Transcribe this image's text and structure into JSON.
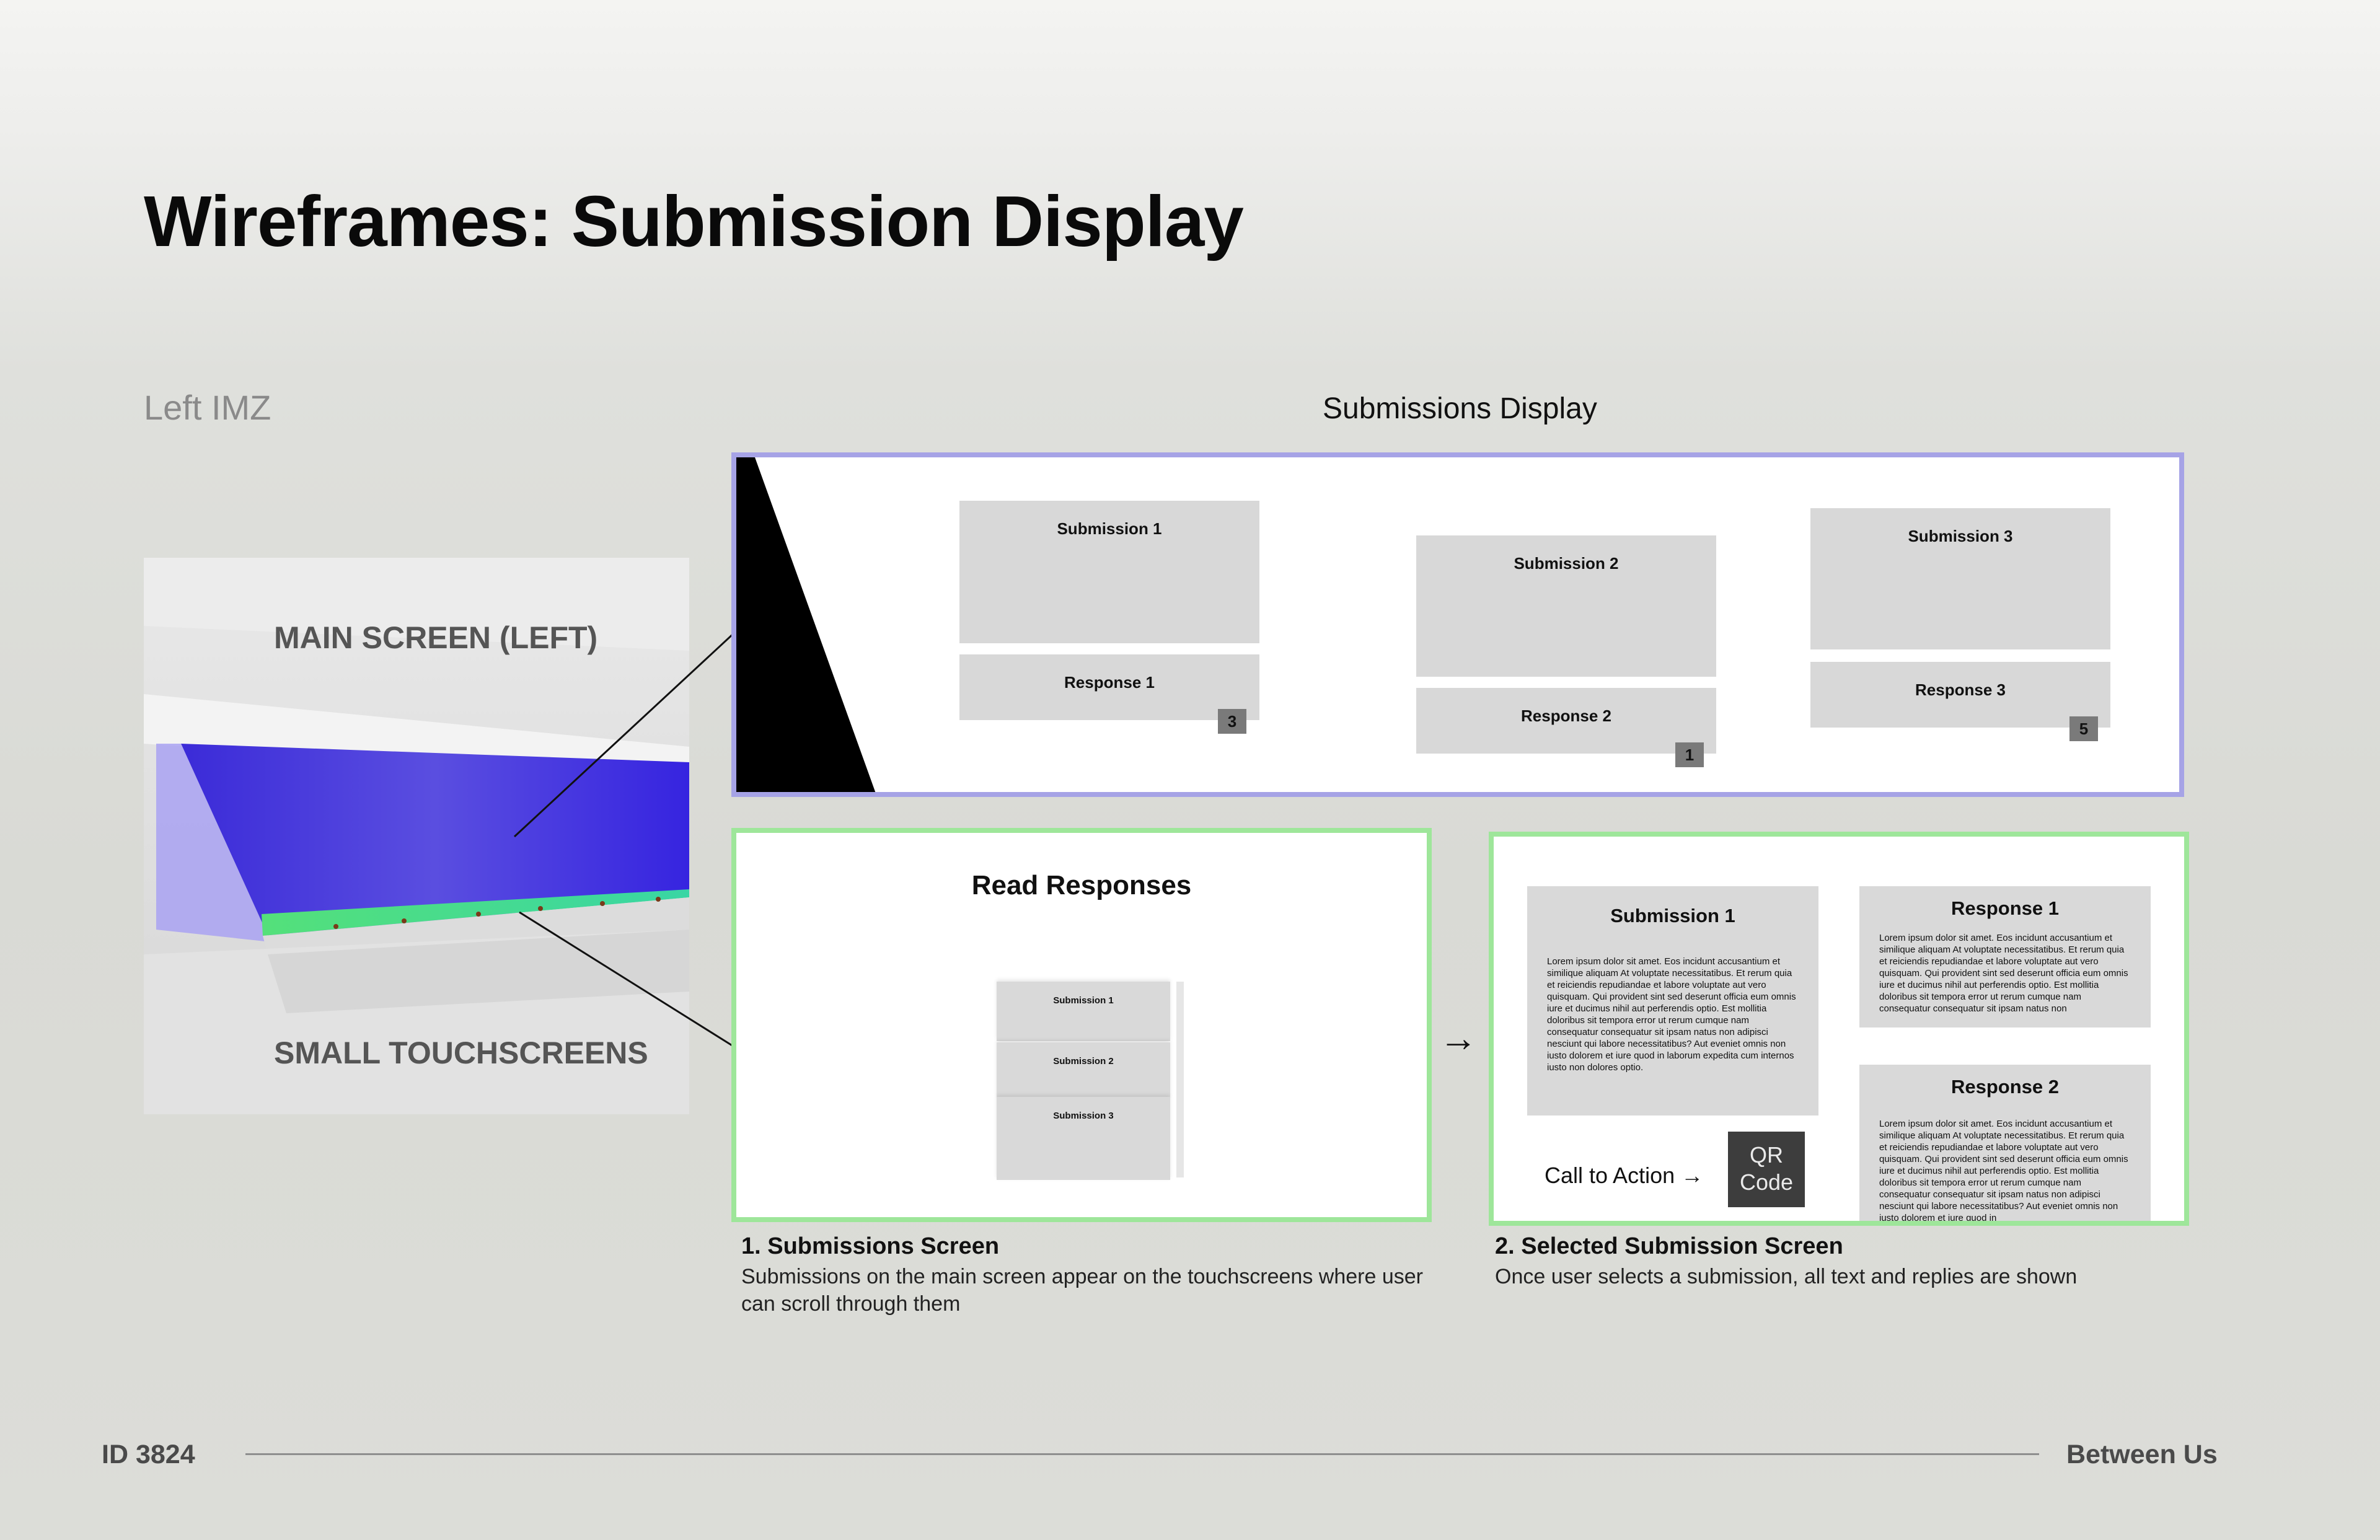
{
  "title": "Wireframes: Submission Display",
  "left_label": "Left IMZ",
  "display_heading": "Submissions Display",
  "photo_labels": {
    "main_screen": "MAIN SCREEN (LEFT)",
    "small_touchscreens": "SMALL TOUCHSCREENS"
  },
  "main_display": {
    "cards": [
      {
        "submission": "Submission 1",
        "response": "Response 1",
        "count": "3"
      },
      {
        "submission": "Submission 2",
        "response": "Response 2",
        "count": "1"
      },
      {
        "submission": "Submission 3",
        "response": "Response 3",
        "count": "5"
      }
    ]
  },
  "submissions_screen": {
    "heading": "Read Responses",
    "items": [
      "Submission 1",
      "Submission 2",
      "Submission 3"
    ],
    "caption_title": "1. Submissions Screen",
    "caption_body": "Submissions on the main screen appear on the touchscreens where user can scroll through them"
  },
  "arrow": "→",
  "selected_screen": {
    "submission_title": "Submission 1",
    "submission_text": "Lorem ipsum dolor sit amet. Eos incidunt accusantium et similique aliquam At voluptate necessitatibus. Et rerum quia et reiciendis repudiandae et labore voluptate aut vero quisquam. Qui provident sint sed deserunt officia eum omnis iure et ducimus nihil aut perferendis optio. Est mollitia doloribus sit tempora error ut rerum cumque nam consequatur consequatur sit ipsam natus non adipisci nesciunt qui labore necessitatibus? Aut eveniet omnis non iusto dolorem et iure quod in laborum expedita cum internos iusto non dolores optio.",
    "response1_title": "Response 1",
    "response1_text": "Lorem ipsum dolor sit amet. Eos incidunt accusantium et similique aliquam At voluptate necessitatibus. Et rerum quia et reiciendis repudiandae et labore voluptate aut vero quisquam. Qui provident sint sed deserunt officia eum omnis iure et ducimus nihil aut perferendis optio. Est mollitia doloribus sit tempora error ut rerum cumque nam consequatur consequatur sit ipsam natus non",
    "response2_title": "Response 2",
    "response2_text": "Lorem ipsum dolor sit amet. Eos incidunt accusantium et similique aliquam At voluptate necessitatibus. Et rerum quia et reiciendis repudiandae et labore voluptate aut vero quisquam. Qui provident sint sed deserunt officia eum omnis iure et ducimus nihil aut perferendis optio. Est mollitia doloribus sit tempora error ut rerum cumque nam consequatur consequatur sit ipsam natus non adipisci nesciunt qui labore necessitatibus? Aut eveniet omnis non iusto dolorem et iure quod in",
    "cta": "Call to Action →",
    "qr_line1": "QR",
    "qr_line2": "Code",
    "caption_title": "2. Selected Submission Screen",
    "caption_body": "Once user selects a submission, all text and replies are shown"
  },
  "footer": {
    "id": "ID 3824",
    "project": "Between Us"
  },
  "colors": {
    "main_display_border": "#a6a3e6",
    "panel_border": "#9ee69a",
    "card_fill": "#d8d8d8",
    "badge_fill": "#7a7a7a",
    "qr_fill": "#3d3d3d"
  }
}
